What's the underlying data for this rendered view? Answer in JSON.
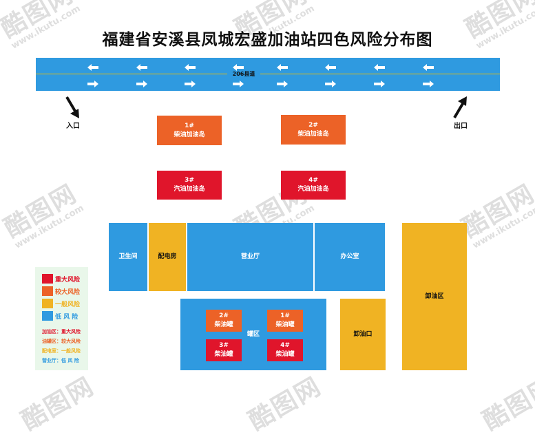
{
  "title": "福建省安溪县凤城宏盛加油站四色风险分布图",
  "road_label": "206县道",
  "entrance": "入口",
  "exit": "出口",
  "islands": [
    {
      "num": "1#",
      "label": "柴油加油岛",
      "color": "#ec6227"
    },
    {
      "num": "2#",
      "label": "柴油加油岛",
      "color": "#ec6227"
    },
    {
      "num": "3#",
      "label": "汽油加油岛",
      "color": "#e0152b"
    },
    {
      "num": "4#",
      "label": "汽油加油岛",
      "color": "#e0152b"
    }
  ],
  "buildings": {
    "toilet": "卫生间",
    "power_room": "配电房",
    "hall": "营业厅",
    "office": "办公室",
    "unloading_area": "卸油区",
    "tank_area": "罐区",
    "unloading_port": "卸油口"
  },
  "tanks": [
    {
      "num": "2#",
      "label": "柴油罐",
      "color": "#ec6227"
    },
    {
      "num": "1#",
      "label": "柴油罐",
      "color": "#ec6227"
    },
    {
      "num": "3#",
      "label": "柴油罐",
      "color": "#e0152b"
    },
    {
      "num": "4#",
      "label": "柴油罐",
      "color": "#e0152b"
    }
  ],
  "legend": [
    {
      "label": "重大风险",
      "color": "#e0152b"
    },
    {
      "label": "较大风险",
      "color": "#ec6227"
    },
    {
      "label": "一般风险",
      "color": "#f0b323"
    },
    {
      "label": "低 风 险",
      "color": "#2f9ae0"
    }
  ],
  "legend_notes": [
    {
      "text": "加油区：重大风险",
      "color": "#e0152b"
    },
    {
      "text": "油罐区：较大风险",
      "color": "#ec6227"
    },
    {
      "text": "配电室：一般风险",
      "color": "#f0b323"
    },
    {
      "text": "营业厅：低 风 险",
      "color": "#2f9ae0"
    }
  ],
  "watermark": {
    "brand": "酷图网",
    "url": "www.ikutu.com"
  }
}
